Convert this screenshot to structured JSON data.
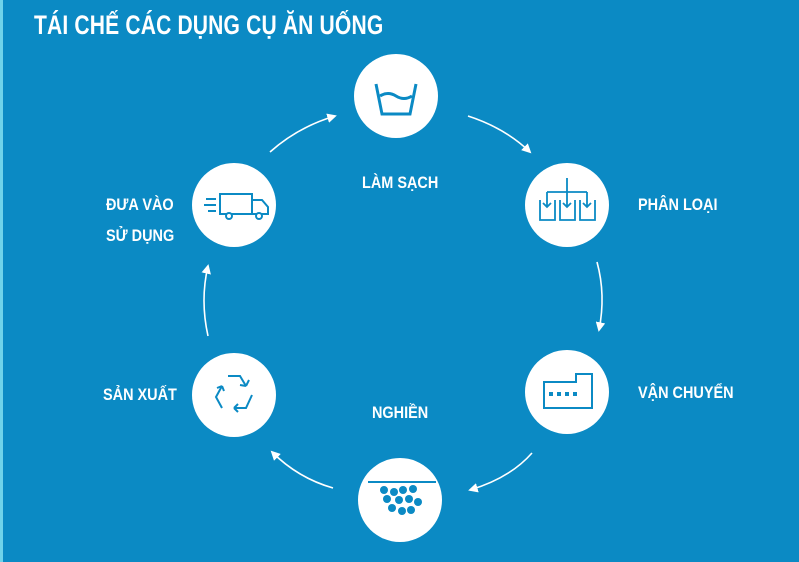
{
  "title": "TÁI CHẾ CÁC DỤNG CỤ ĂN UỐNG",
  "steps": [
    {
      "label": "LÀM SẠCH",
      "icon": "wash-basin-icon"
    },
    {
      "label": "PHÂN LOẠI",
      "icon": "sorting-bins-icon"
    },
    {
      "label": "VẬN CHUYỂN",
      "icon": "factory-icon"
    },
    {
      "label": "NGHIỀN",
      "icon": "crushed-pellets-icon"
    },
    {
      "label": "SẢN XUẤT",
      "icon": "recycle-icon"
    },
    {
      "label_line1": "ĐƯA VÀO",
      "label_line2": "SỬ DỤNG",
      "icon": "delivery-truck-icon"
    }
  ],
  "colors": {
    "background": "#0b8ac4",
    "circle": "#ffffff",
    "icon": "#0b8ac4"
  }
}
